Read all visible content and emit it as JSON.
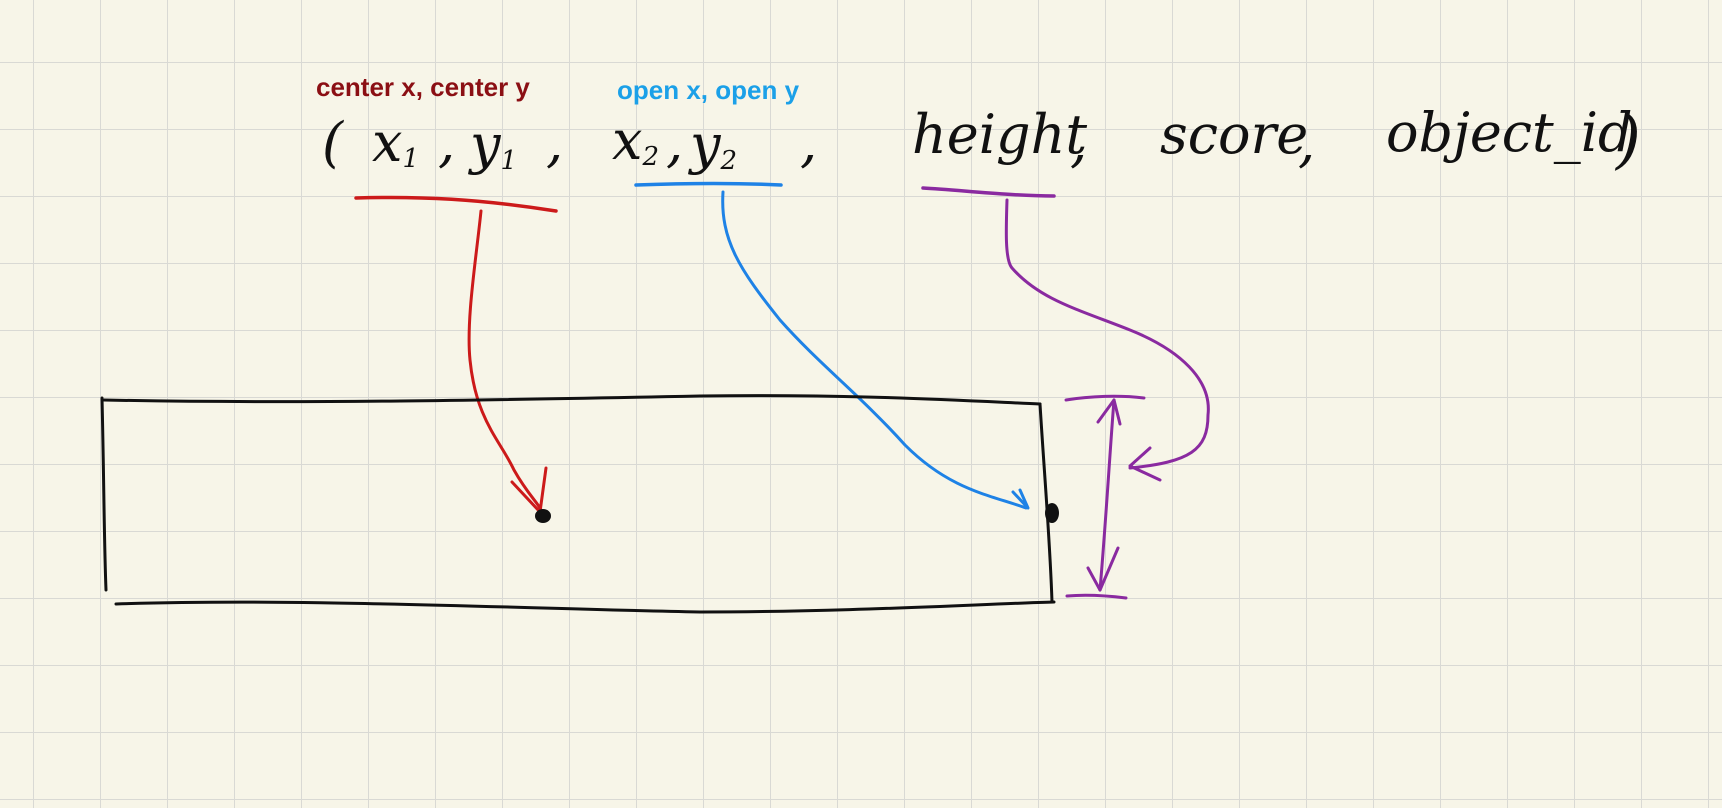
{
  "annotations": {
    "center": "center x, center y",
    "open": "open x, open y"
  },
  "tuple": {
    "open_paren": "(",
    "x1_letter": "x",
    "x1_sub": "1",
    "comma1": ",",
    "y1_letter": "y",
    "y1_sub": "1",
    "comma2": ",",
    "x2_letter": "x",
    "x2_sub": "2",
    "comma3": ",",
    "y2_letter": "y",
    "y2_sub": "2",
    "comma4": ",",
    "height": "height",
    "comma5": ",",
    "score": "score",
    "comma6": ",",
    "object_id": "object_id",
    "close_paren": ")"
  },
  "colors": {
    "center": "#8b0f14",
    "center_stroke": "#cc1a1a",
    "open": "#1ba0e8",
    "open_stroke": "#1e82e6",
    "height_stroke": "#8a2aa0",
    "ink": "#111111",
    "background": "#f7f5e8"
  }
}
